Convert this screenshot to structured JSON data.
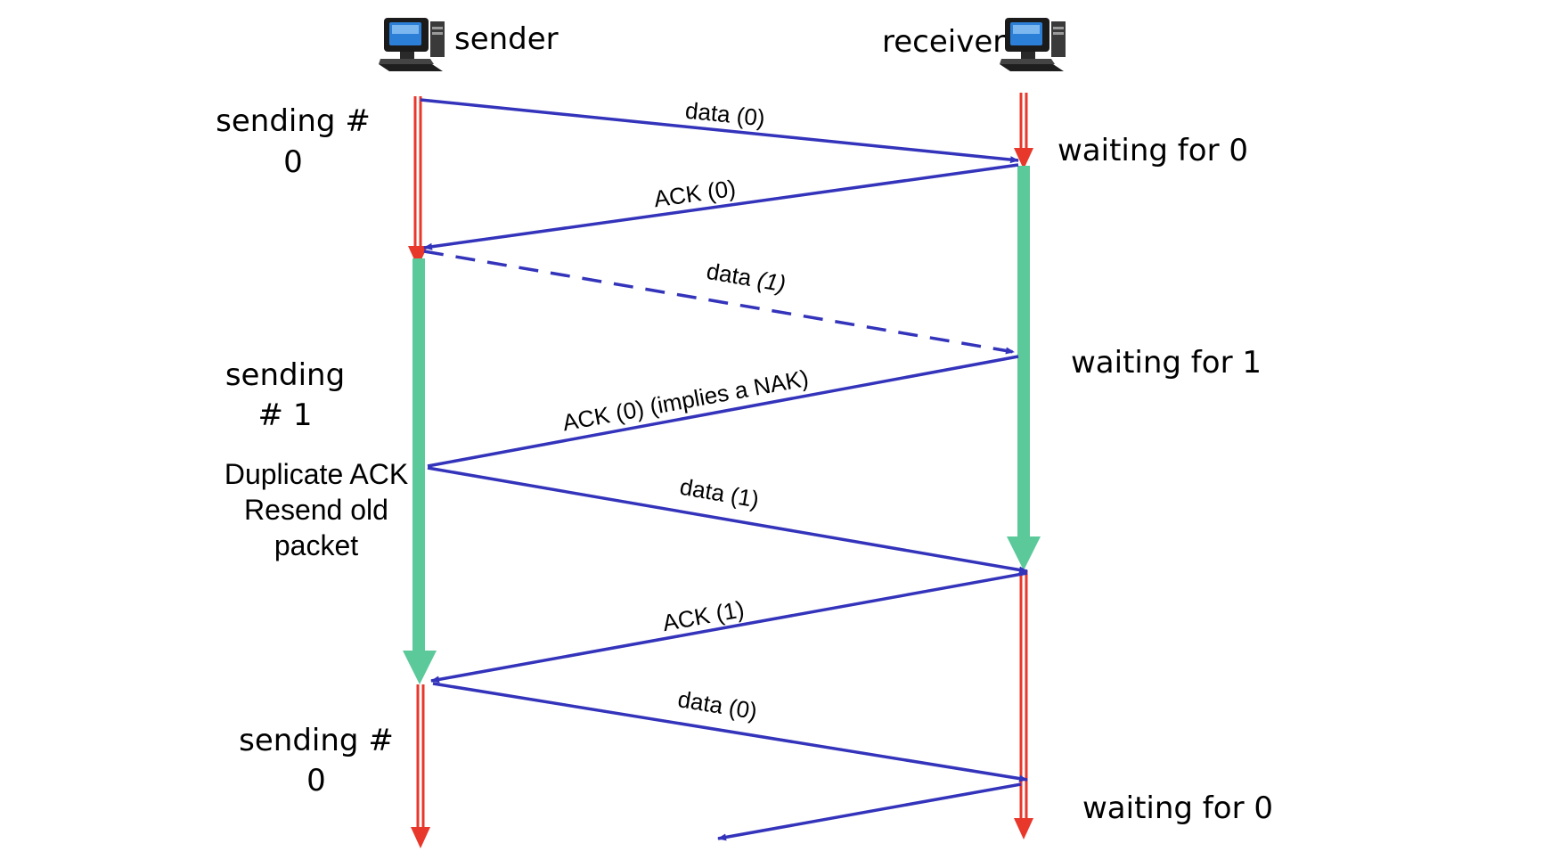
{
  "participants": {
    "sender": "sender",
    "receiver": "receiver"
  },
  "icons": {
    "sender": "computer-icon",
    "receiver": "computer-icon"
  },
  "colors": {
    "message": "#3333bb",
    "waiting_arrow": "#e8372b",
    "active_arrow": "#5cc99a"
  },
  "sender_states": {
    "s0_line1": "sending #",
    "s0_line2": "0",
    "s1_line1": "sending",
    "s1_line2": "# 1",
    "dup_line1": "Duplicate ACK",
    "dup_line2": "Resend old",
    "dup_line3": "packet",
    "s2_line1": "sending #",
    "s2_line2": "0"
  },
  "receiver_states": {
    "w0": "waiting for 0",
    "w1": "waiting for 1",
    "w2": "waiting for 0"
  },
  "messages": {
    "m1": "data (0)",
    "m2": "ACK (0)",
    "m3_a": "data ",
    "m3_b": "(1)",
    "m4": "ACK (0) (implies a NAK)",
    "m5": "data (1)",
    "m6": "ACK (1)",
    "m7": "data (0)"
  }
}
